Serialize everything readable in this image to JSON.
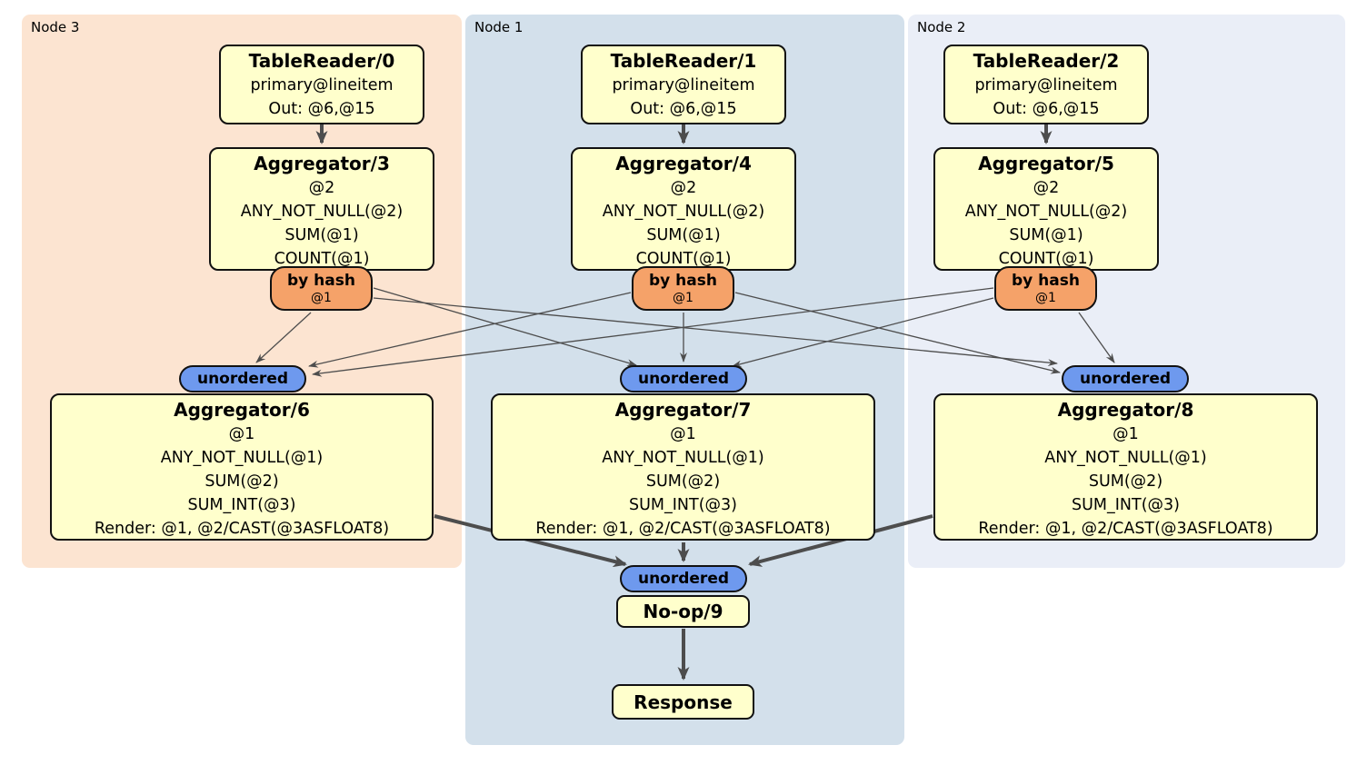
{
  "colors": {
    "node3-bg": "#fce4d1",
    "node1-bg": "#d3e0eb",
    "node2-bg": "#eaeef7",
    "box-fill": "#ffffcc",
    "router-fill": "#f5a269",
    "stream-fill": "#6e99ee",
    "edge-color": "#4d4d4d",
    "border-color": "#111111"
  },
  "panels": [
    {
      "label": "Node 3"
    },
    {
      "label": "Node 1"
    },
    {
      "label": "Node 2"
    }
  ],
  "processors": {
    "tablereader0": {
      "title": "TableReader/0",
      "lines": [
        "primary@lineitem",
        "Out: @6,@15"
      ]
    },
    "tablereader1": {
      "title": "TableReader/1",
      "lines": [
        "primary@lineitem",
        "Out: @6,@15"
      ]
    },
    "tablereader2": {
      "title": "TableReader/2",
      "lines": [
        "primary@lineitem",
        "Out: @6,@15"
      ]
    },
    "aggregator3": {
      "title": "Aggregator/3",
      "lines": [
        "@2",
        "ANY_NOT_NULL(@2)",
        "SUM(@1)",
        "COUNT(@1)"
      ]
    },
    "aggregator4": {
      "title": "Aggregator/4",
      "lines": [
        "@2",
        "ANY_NOT_NULL(@2)",
        "SUM(@1)",
        "COUNT(@1)"
      ]
    },
    "aggregator5": {
      "title": "Aggregator/5",
      "lines": [
        "@2",
        "ANY_NOT_NULL(@2)",
        "SUM(@1)",
        "COUNT(@1)"
      ]
    },
    "router3": {
      "title": "by hash",
      "sub": "@1"
    },
    "router4": {
      "title": "by hash",
      "sub": "@1"
    },
    "router5": {
      "title": "by hash",
      "sub": "@1"
    },
    "stream6": {
      "label": "unordered"
    },
    "stream7": {
      "label": "unordered"
    },
    "stream8": {
      "label": "unordered"
    },
    "aggregator6": {
      "title": "Aggregator/6",
      "lines": [
        "@1",
        "ANY_NOT_NULL(@1)",
        "SUM(@2)",
        "SUM_INT(@3)",
        "Render: @1, @2/CAST(@3ASFLOAT8)"
      ]
    },
    "aggregator7": {
      "title": "Aggregator/7",
      "lines": [
        "@1",
        "ANY_NOT_NULL(@1)",
        "SUM(@2)",
        "SUM_INT(@3)",
        "Render: @1, @2/CAST(@3ASFLOAT8)"
      ]
    },
    "aggregator8": {
      "title": "Aggregator/8",
      "lines": [
        "@1",
        "ANY_NOT_NULL(@1)",
        "SUM(@2)",
        "SUM_INT(@3)",
        "Render: @1, @2/CAST(@3ASFLOAT8)"
      ]
    },
    "stream9": {
      "label": "unordered"
    },
    "noop9": {
      "title": "No-op/9"
    },
    "response": {
      "title": "Response"
    }
  },
  "edges": [
    {
      "from": "tablereader-0",
      "to": "aggregator-3",
      "type": "thick"
    },
    {
      "from": "tablereader-1",
      "to": "aggregator-4",
      "type": "thick"
    },
    {
      "from": "tablereader-2",
      "to": "aggregator-5",
      "type": "thick"
    },
    {
      "from": "by-hash-3",
      "to": "unordered-6",
      "type": "thin"
    },
    {
      "from": "by-hash-3",
      "to": "unordered-7",
      "type": "thin"
    },
    {
      "from": "by-hash-3",
      "to": "unordered-8",
      "type": "thin"
    },
    {
      "from": "by-hash-4",
      "to": "unordered-6",
      "type": "thin"
    },
    {
      "from": "by-hash-4",
      "to": "unordered-7",
      "type": "thin"
    },
    {
      "from": "by-hash-4",
      "to": "unordered-8",
      "type": "thin"
    },
    {
      "from": "by-hash-5",
      "to": "unordered-6",
      "type": "thin"
    },
    {
      "from": "by-hash-5",
      "to": "unordered-7",
      "type": "thin"
    },
    {
      "from": "by-hash-5",
      "to": "unordered-8",
      "type": "thin"
    },
    {
      "from": "aggregator-6",
      "to": "unordered-9",
      "type": "thick"
    },
    {
      "from": "aggregator-7",
      "to": "unordered-9",
      "type": "thick"
    },
    {
      "from": "aggregator-8",
      "to": "unordered-9",
      "type": "thick"
    },
    {
      "from": "noop-9",
      "to": "response",
      "type": "thick"
    }
  ]
}
